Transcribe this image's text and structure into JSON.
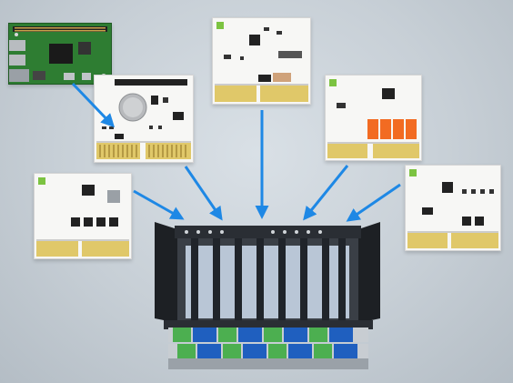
{
  "scene": {
    "background": "#cfd6dc",
    "arrow_color": "#1e88e5",
    "board_color": "#f7f7f5",
    "pi_green": "#2e7d32",
    "relay_orange": "#f26b22",
    "led_green": "#7cc341",
    "terminal_green": "#4caf50",
    "terminal_blue": "#1f5fbf",
    "rack_color": "#262a2f"
  },
  "modules": [
    {
      "name": "raspberry-pi-board",
      "kind": "pi"
    },
    {
      "name": "rtc-module-board",
      "kind": "battery"
    },
    {
      "name": "controller-board-top",
      "kind": "ic"
    },
    {
      "name": "relay-module-board",
      "kind": "relay"
    },
    {
      "name": "digital-io-board-left",
      "kind": "io"
    },
    {
      "name": "digital-io-board-right",
      "kind": "io"
    }
  ]
}
